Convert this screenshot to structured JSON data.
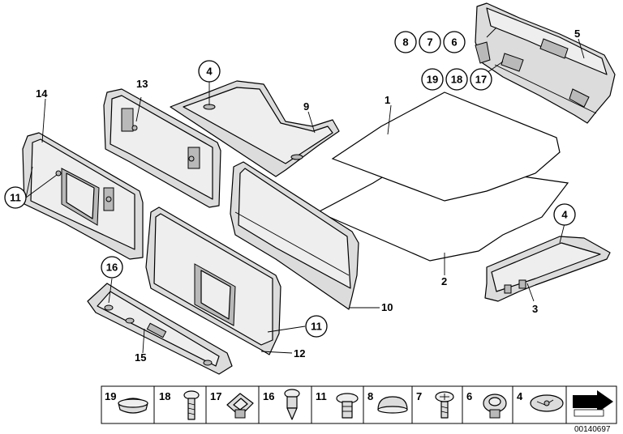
{
  "callouts": {
    "p1": "1",
    "p2": "2",
    "p3": "3",
    "p4a": "4",
    "p4b": "4",
    "p5": "5",
    "p6": "6",
    "p7": "7",
    "p8": "8",
    "p9": "9",
    "p10": "10",
    "p11a": "11",
    "p11b": "11",
    "p12": "12",
    "p13": "13",
    "p14": "14",
    "p15": "15",
    "p16": "16",
    "p17": "17",
    "p18": "18",
    "p19": "19"
  },
  "legend": {
    "items": [
      "19",
      "18",
      "17",
      "16",
      "11",
      "8",
      "7",
      "6",
      "4"
    ]
  },
  "reference_number": "00140697"
}
